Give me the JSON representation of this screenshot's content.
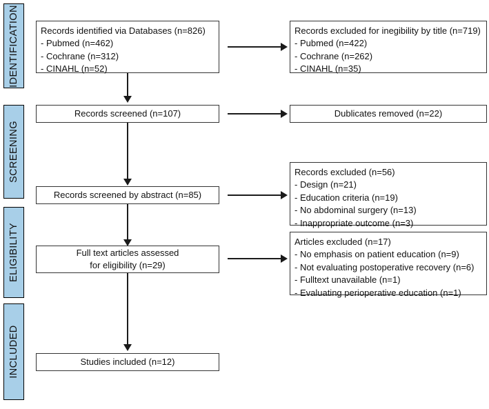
{
  "diagram": {
    "title": "PRISMA flow diagram",
    "type": "flowchart",
    "accent_color": "#a8cfe8",
    "border_color": "#333333",
    "connector_color": "#1a1a1a"
  },
  "stages": [
    {
      "label": "IDENTIFICATION"
    },
    {
      "label": "SCREENING"
    },
    {
      "label": "ELIGIBILITY"
    },
    {
      "label": "INCLUDED"
    }
  ],
  "boxes": {
    "identified": {
      "lines": [
        "Records identified via Databases (n=826)",
        "- Pubmed (n=462)",
        "- Cochrane (n=312)",
        "- CINAHL (n=52)"
      ]
    },
    "excluded_title": {
      "lines": [
        "Records excluded for inegibility by title (n=719)",
        "- Pubmed (n=422)",
        "- Cochrane (n=262)",
        "- CINAHL (n=35)"
      ]
    },
    "screened": {
      "lines": [
        "Records screened (n=107)"
      ]
    },
    "duplicates_removed": {
      "lines": [
        "Dublicates removed (n=22)"
      ]
    },
    "screened_abstract": {
      "lines": [
        "Records screened by abstract (n=85)"
      ]
    },
    "records_excluded": {
      "lines": [
        "Records excluded (n=56)",
        "- Design (n=21)",
        "- Education criteria (n=19)",
        "- No abdominal surgery (n=13)",
        "- Inappropriate outcome (n=3)"
      ]
    },
    "fulltext_assessed": {
      "lines": [
        "Full text articles assessed",
        "for eligibility (n=29)"
      ]
    },
    "articles_excluded": {
      "lines": [
        "Articles excluded (n=17)",
        "- No emphasis on patient education (n=9)",
        "- Not evaluating postoperative recovery (n=6)",
        "- Fulltext unavailable (n=1)",
        "- Evaluating perioperative education (n=1)"
      ]
    },
    "studies_included": {
      "lines": [
        "Studies included (n=12)"
      ]
    }
  }
}
